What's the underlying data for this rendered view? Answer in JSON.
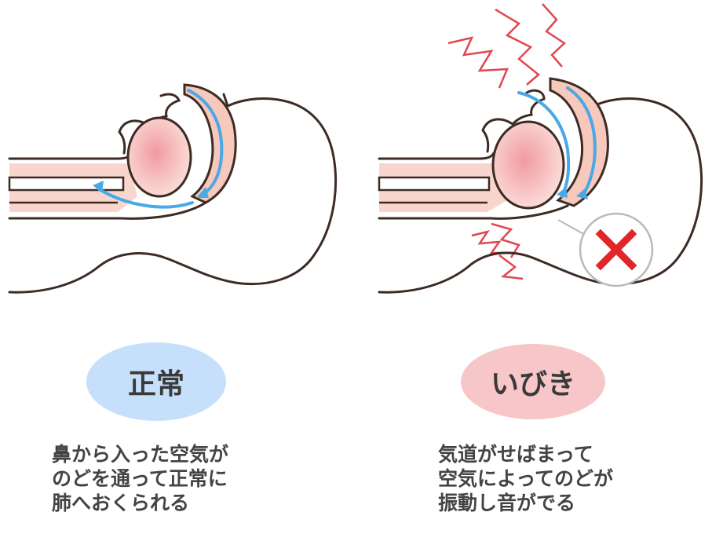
{
  "normal": {
    "label": "正常",
    "caption_lines": [
      "鼻から入った空気が",
      "のどを通って正常に",
      "肺へおくられる"
    ],
    "oval_color": "#c6e0fb"
  },
  "snore": {
    "label": "いびき",
    "caption_lines": [
      "気道がせばまって",
      "空気によってのどが",
      "振動し音がでる"
    ],
    "oval_color": "#f7c6c9",
    "blocked_icon": "cross-icon"
  },
  "colors": {
    "outline": "#3d2b24",
    "tissue": "#f7c8bc",
    "airflow": "#4aa8e8",
    "vibration": "#e0474f",
    "cross": "#e0262b"
  }
}
